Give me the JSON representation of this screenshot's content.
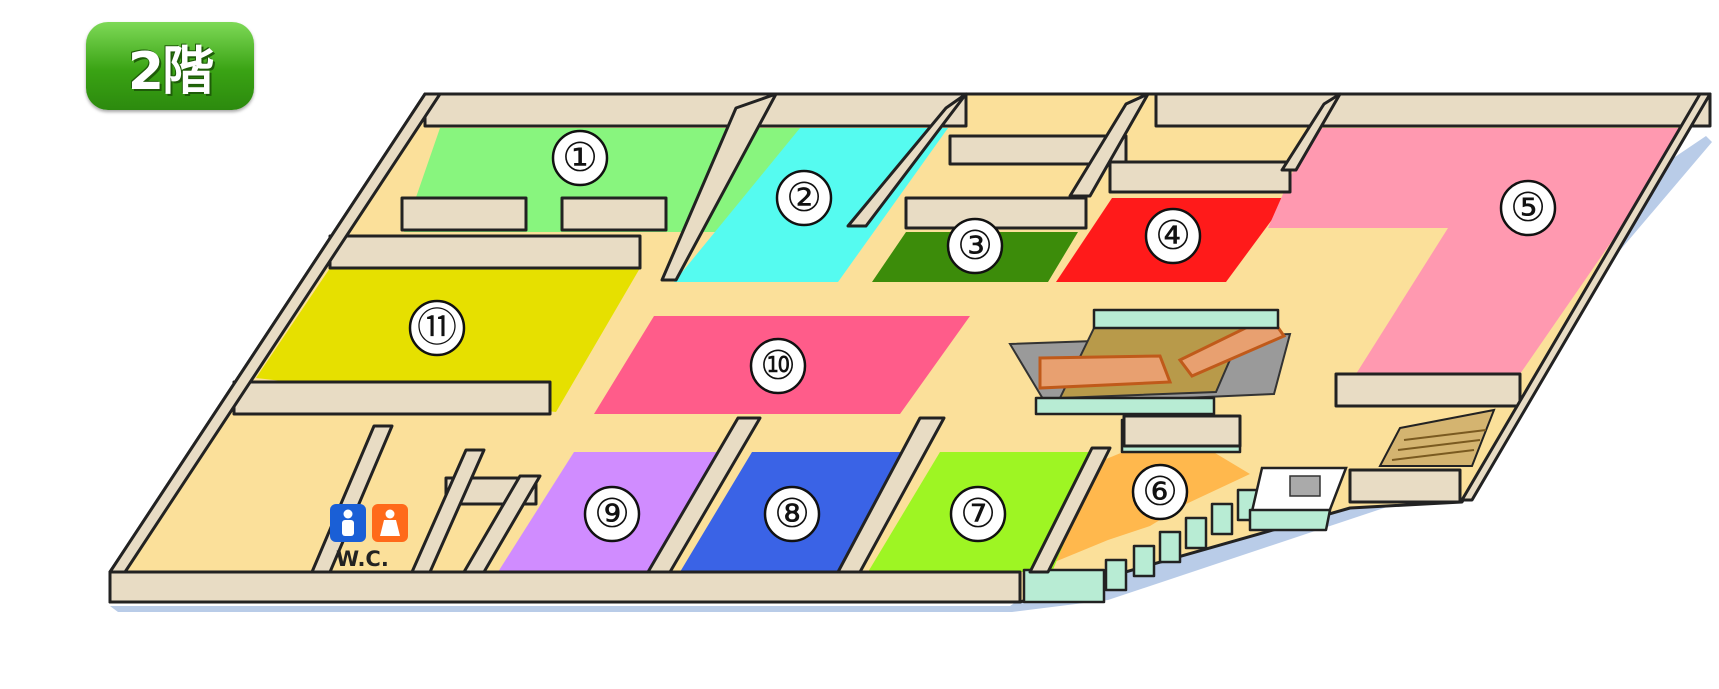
{
  "floor": {
    "label": "2階"
  },
  "areas": [
    {
      "id": "1",
      "label": "①",
      "color": "#88f57e"
    },
    {
      "id": "2",
      "label": "②",
      "color": "#55fbf0"
    },
    {
      "id": "3",
      "label": "③",
      "color": "#3c8c0a"
    },
    {
      "id": "4",
      "label": "④",
      "color": "#ff1a1a"
    },
    {
      "id": "5",
      "label": "⑤",
      "color": "#ff99b0"
    },
    {
      "id": "6",
      "label": "⑥",
      "color": "#ffb84d"
    },
    {
      "id": "7",
      "label": "⑦",
      "color": "#9ef523"
    },
    {
      "id": "8",
      "label": "⑧",
      "color": "#3a63e6"
    },
    {
      "id": "9",
      "label": "⑨",
      "color": "#d08cff"
    },
    {
      "id": "10",
      "label": "⑩",
      "color": "#ff5c8a"
    },
    {
      "id": "11",
      "label": "⑪",
      "color": "#e6e000"
    }
  ],
  "restroom": {
    "label": "W.C.",
    "men_color": "#1a5fd6",
    "women_color": "#ff6a1a"
  },
  "colors": {
    "floor": "#fbe09a",
    "wall": "#e8dcc4",
    "escalator_pit": "#b89a4a",
    "glass": "#b8ecd4"
  },
  "icons": [
    "escalator-icon",
    "stairs-icon",
    "elevator-icon",
    "male-restroom-icon",
    "female-restroom-icon"
  ]
}
